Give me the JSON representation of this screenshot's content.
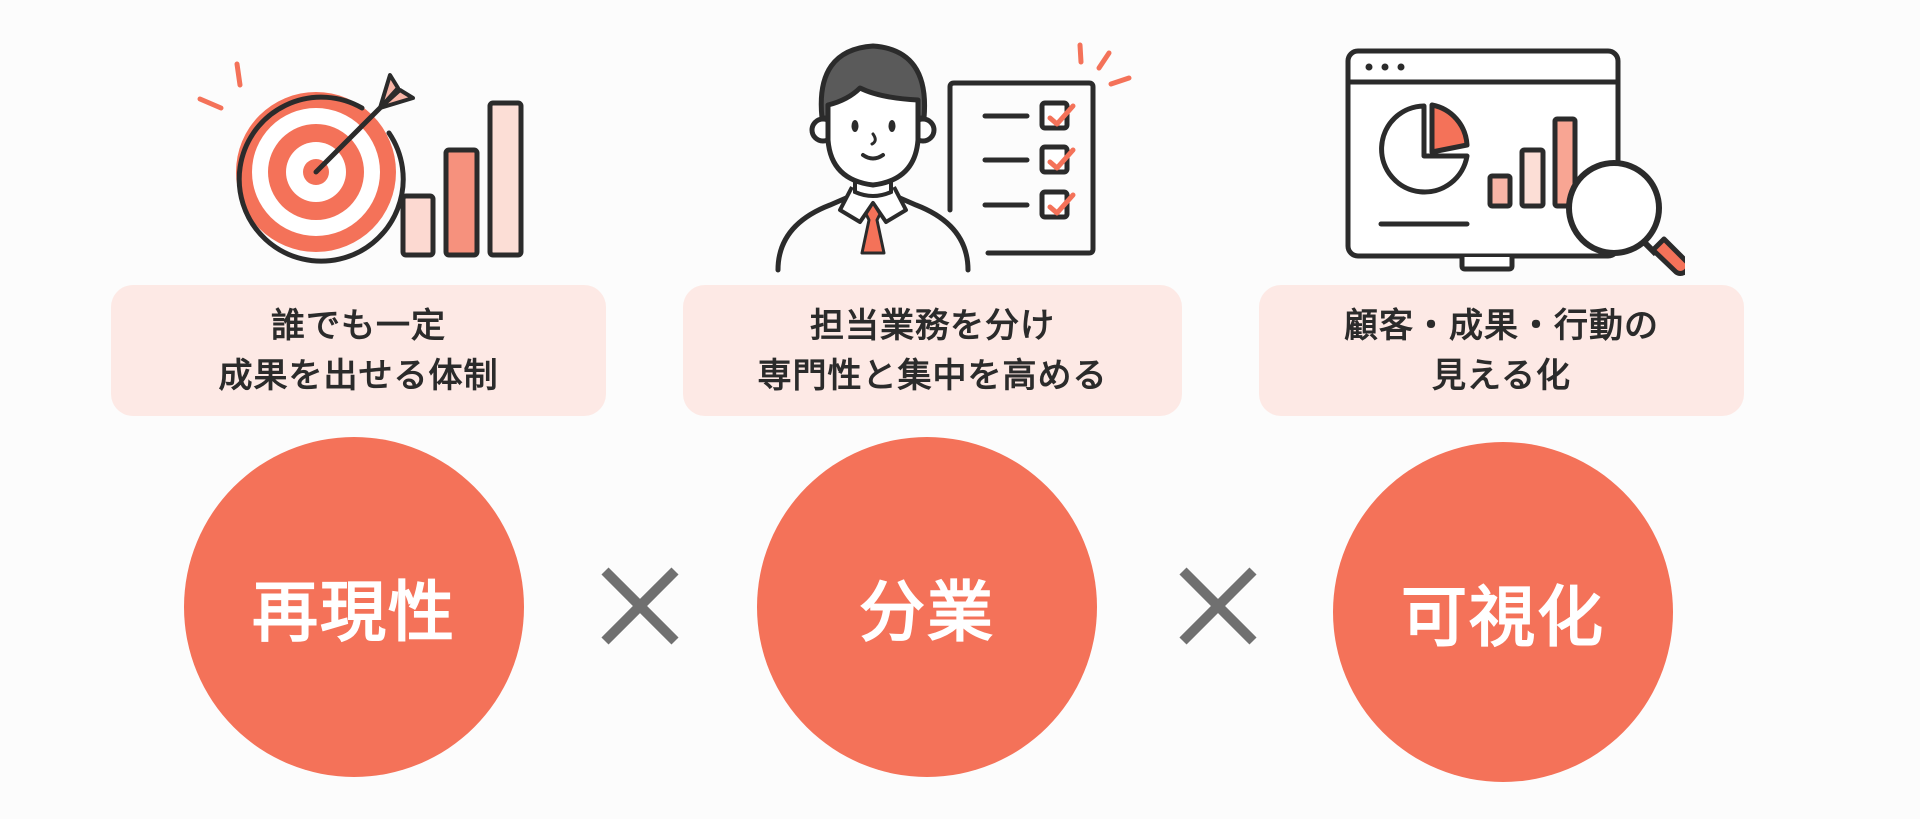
{
  "colors": {
    "accent": "#f47259",
    "accent_light": "#fde9e5",
    "outline": "#2b2b2b",
    "operator": "#707070",
    "background": "#fcfcfc"
  },
  "columns": [
    {
      "icon": "target-with-bar-chart-icon",
      "description_lines": [
        "誰でも一定",
        "成果を出せる体制"
      ],
      "label": "再現性"
    },
    {
      "icon": "person-with-checklist-icon",
      "description_lines": [
        "担当業務を分け",
        "専門性と集中を高める"
      ],
      "label": "分業"
    },
    {
      "icon": "dashboard-with-magnifier-icon",
      "description_lines": [
        "顧客・成果・行動の",
        "見える化"
      ],
      "label": "可視化"
    }
  ],
  "operators": [
    "×",
    "×"
  ]
}
